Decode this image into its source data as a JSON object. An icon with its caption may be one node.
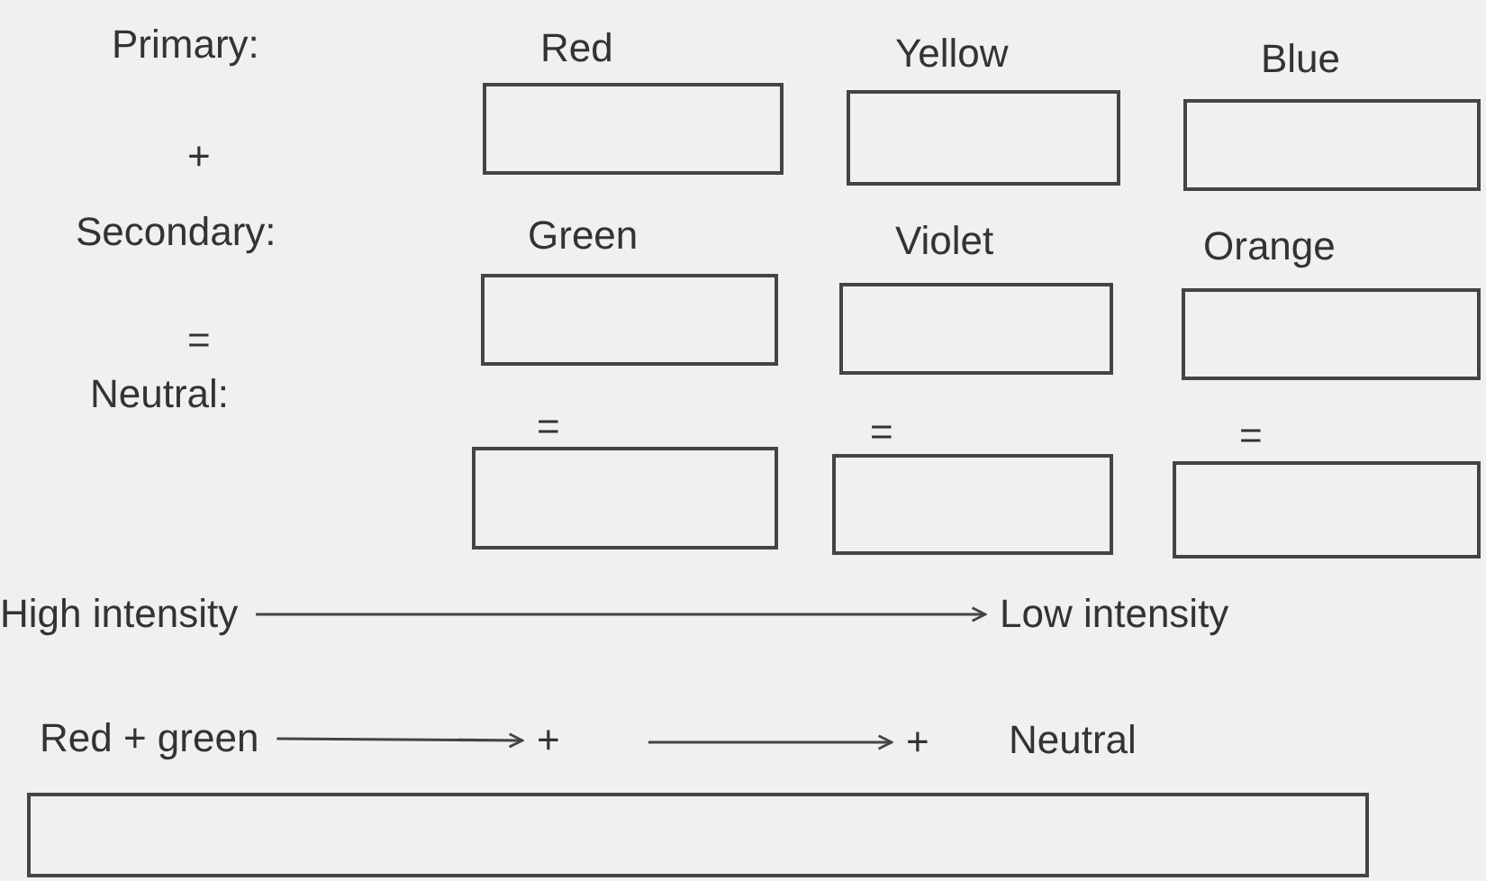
{
  "diagram": {
    "nodes": [
      {
        "text": [
          "High intensity"
        ]
      },
      {
        "text": [
          "Low intensity"
        ]
      },
      {
        "text": [
          "Red + green"
        ]
      },
      {
        "text": [
          "+"
        ]
      },
      {
        "text": [
          "+"
        ]
      }
    ],
    "edges": [
      {
        "from": 0,
        "to": 1,
        "arrow": "to"
      },
      {
        "from": 2,
        "to": 3,
        "arrow": "to"
      },
      {
        "from": null,
        "to": 4,
        "arrow": "to"
      }
    ],
    "labels": [
      "Primary:",
      "Red",
      "Yellow",
      "Blue",
      "+",
      "Secondary:",
      "Green",
      "Violet",
      "Orange",
      "=",
      "Neutral:",
      "=",
      "=",
      "=",
      "Neutral"
    ]
  }
}
